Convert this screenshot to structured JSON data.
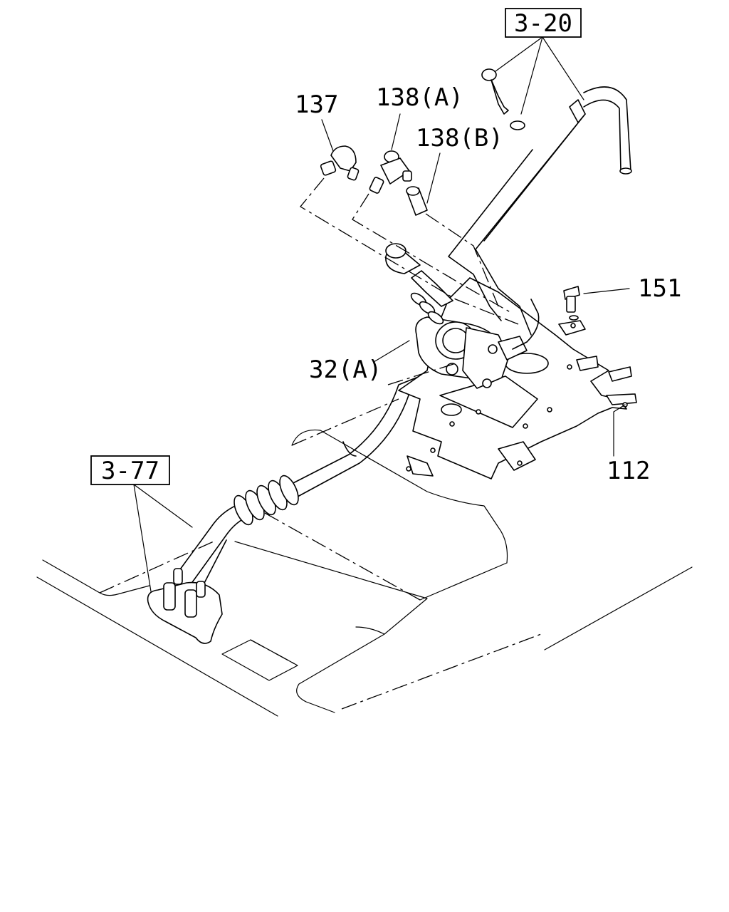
{
  "labels": {
    "ref_top": "3-20",
    "ref_left": "3-77",
    "part_137": "137",
    "part_138a": "138(A)",
    "part_138b": "138(B)",
    "part_151": "151",
    "part_32a": "32(A)",
    "part_112": "112"
  }
}
